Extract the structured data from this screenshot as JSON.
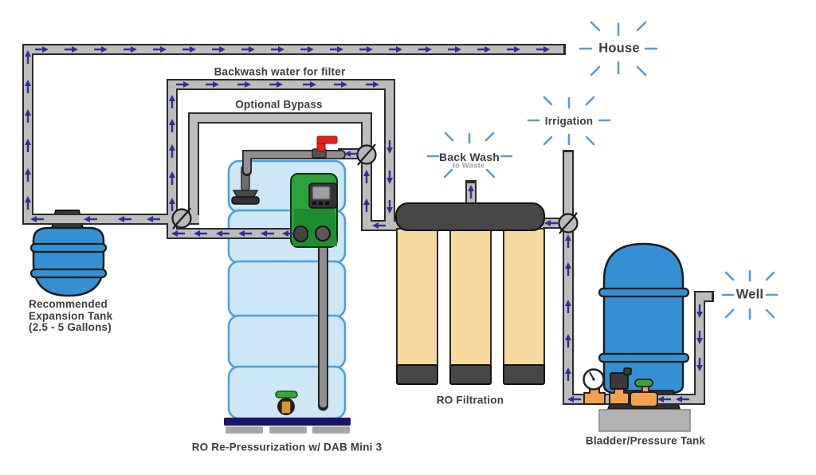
{
  "diagram_title": "Well water RO system schematic",
  "colors": {
    "pipe_fill": "#bdbdbd",
    "pipe_border": "#2b2b2b",
    "flow_arrow": "#2e3192",
    "starburst_ray": "#5b9bd5",
    "label_text": "#3d3d3d",
    "muted_text": "#9f9f9f",
    "storage_tank_fill": "#cde7f7",
    "storage_tank_border": "#4a9fd8",
    "tank_blue": "#3490d2",
    "dark_gray": "#474747",
    "filter_tan": "#f6d99f",
    "pump_green": "#2da13c",
    "valve_red": "#e2231a",
    "fitting_orange": "#f2a24e",
    "base_navy": "#1a1464"
  },
  "destinations": {
    "house": {
      "label": "House"
    },
    "irrigation": {
      "label": "Irrigation"
    },
    "well": {
      "label": "Well"
    },
    "backwash": {
      "label": "Back Wash",
      "sublabel": "to Waste"
    }
  },
  "pipes": {
    "backwash_line_label": "Backwash water for filter",
    "bypass_line_label": "Optional Bypass"
  },
  "equipment": {
    "expansion_tank": {
      "label_lines": [
        "Recommended",
        "Expansion Tank",
        "(2.5 - 5 Gallons)"
      ]
    },
    "ro_repressurization": {
      "label": "RO Re-Pressurization  w/ DAB Mini 3"
    },
    "ro_filtration": {
      "label": "RO Filtration"
    },
    "bladder_tank": {
      "label": "Bladder/Pressure Tank"
    }
  }
}
